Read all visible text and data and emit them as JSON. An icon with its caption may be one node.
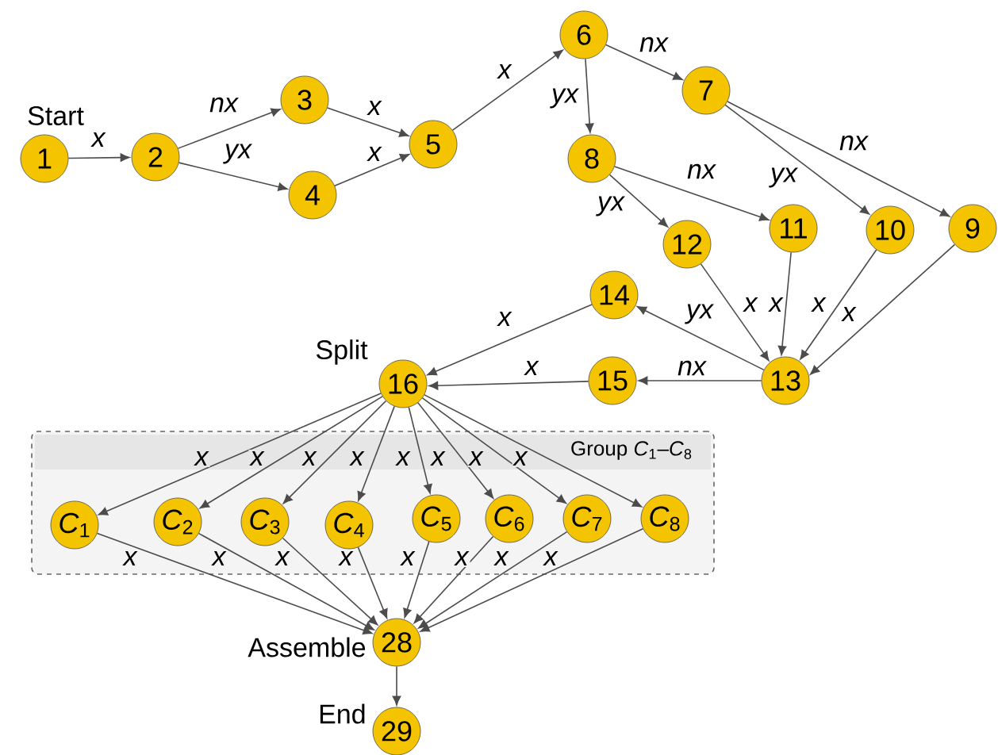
{
  "diagram": {
    "nodes": [
      {
        "text": [
          "1"
        ],
        "beside": [
          "Start"
        ]
      },
      {
        "text": [
          "2"
        ]
      },
      {
        "text": [
          "3"
        ]
      },
      {
        "text": [
          "4"
        ]
      },
      {
        "text": [
          "5"
        ]
      },
      {
        "text": [
          "6"
        ]
      },
      {
        "text": [
          "7"
        ]
      },
      {
        "text": [
          "8"
        ]
      },
      {
        "text": [
          "9"
        ]
      },
      {
        "text": [
          "10"
        ]
      },
      {
        "text": [
          "11"
        ]
      },
      {
        "text": [
          "12"
        ]
      },
      {
        "text": [
          "13"
        ]
      },
      {
        "text": [
          "14"
        ]
      },
      {
        "text": [
          "15"
        ]
      },
      {
        "text": [
          "16"
        ],
        "beside": [
          "Split"
        ]
      },
      {
        "text": [
          "Group *C*$_{1}$–*C*$_{8}$"
        ]
      },
      {
        "text": [
          "*C*$_{1}$"
        ],
        "in": 16
      },
      {
        "text": [
          "*C*$_{2}$"
        ],
        "in": 16
      },
      {
        "text": [
          "*C*$_{3}$"
        ],
        "in": 16
      },
      {
        "text": [
          "*C*$_{4}$"
        ],
        "in": 16
      },
      {
        "text": [
          "*C*$_{5}$"
        ],
        "in": 16
      },
      {
        "text": [
          "*C*$_{6}$"
        ],
        "in": 16
      },
      {
        "text": [
          "*C*$_{7}$"
        ],
        "in": 16
      },
      {
        "text": [
          "*C*$_{8}$"
        ],
        "in": 16
      },
      {
        "text": [
          "28"
        ],
        "beside": [
          "Assemble"
        ]
      },
      {
        "text": [
          "29"
        ],
        "beside": [
          "End"
        ]
      }
    ],
    "edges": [
      {
        "from": 0,
        "to": 1,
        "arrow": "to",
        "label": "x"
      },
      {
        "from": 1,
        "to": 2,
        "arrow": "to",
        "label": "nx"
      },
      {
        "from": 1,
        "to": 3,
        "arrow": "to",
        "label": "yx"
      },
      {
        "from": 2,
        "to": 4,
        "arrow": "to",
        "label": "x"
      },
      {
        "from": 3,
        "to": 4,
        "arrow": "to",
        "label": "x"
      },
      {
        "from": 4,
        "to": 5,
        "arrow": "to",
        "label": "x"
      },
      {
        "from": 5,
        "to": 6,
        "arrow": "to",
        "label": "nx"
      },
      {
        "from": 5,
        "to": 7,
        "arrow": "to",
        "label": "yx"
      },
      {
        "from": 6,
        "to": 9,
        "arrow": "to",
        "label": "yx"
      },
      {
        "from": 6,
        "to": 8,
        "arrow": "to",
        "label": "nx"
      },
      {
        "from": 7,
        "to": 10,
        "arrow": "to",
        "label": "nx"
      },
      {
        "from": 7,
        "to": 11,
        "arrow": "to",
        "label": "yx"
      },
      {
        "from": 11,
        "to": 12,
        "arrow": "to",
        "label": "x"
      },
      {
        "from": 10,
        "to": 12,
        "arrow": "to",
        "label": "x"
      },
      {
        "from": 9,
        "to": 12,
        "arrow": "to",
        "label": "x"
      },
      {
        "from": 8,
        "to": 12,
        "arrow": "to",
        "label": "x"
      },
      {
        "from": 12,
        "to": 13,
        "arrow": "to",
        "label": "yx"
      },
      {
        "from": 12,
        "to": 14,
        "arrow": "to",
        "label": "nx"
      },
      {
        "from": 13,
        "to": 15,
        "arrow": "to",
        "label": "x"
      },
      {
        "from": 14,
        "to": 15,
        "arrow": "to",
        "label": "x"
      },
      {
        "from": 15,
        "to": 17,
        "arrow": "to",
        "label": "x"
      },
      {
        "from": 15,
        "to": 18,
        "arrow": "to",
        "label": "x"
      },
      {
        "from": 15,
        "to": 19,
        "arrow": "to",
        "label": "x"
      },
      {
        "from": 15,
        "to": 20,
        "arrow": "to",
        "label": "x"
      },
      {
        "from": 15,
        "to": 21,
        "arrow": "to",
        "label": "x"
      },
      {
        "from": 15,
        "to": 22,
        "arrow": "to",
        "label": "x"
      },
      {
        "from": 15,
        "to": 23,
        "arrow": "to",
        "label": "x"
      },
      {
        "from": 15,
        "to": 24,
        "arrow": "to",
        "label": "x"
      },
      {
        "from": 17,
        "to": 25,
        "arrow": "to",
        "label": "x"
      },
      {
        "from": 18,
        "to": 25,
        "arrow": "to",
        "label": "x"
      },
      {
        "from": 19,
        "to": 25,
        "arrow": "to",
        "label": "x"
      },
      {
        "from": 20,
        "to": 25,
        "arrow": "to",
        "label": "x"
      },
      {
        "from": 21,
        "to": 25,
        "arrow": "to",
        "label": "x"
      },
      {
        "from": 22,
        "to": 25,
        "arrow": "to",
        "label": "x"
      },
      {
        "from": 23,
        "to": 25,
        "arrow": "to",
        "label": "x"
      },
      {
        "from": 24,
        "to": 25,
        "arrow": "to",
        "label": "x"
      },
      {
        "from": 25,
        "to": 26,
        "arrow": "to"
      }
    ]
  }
}
